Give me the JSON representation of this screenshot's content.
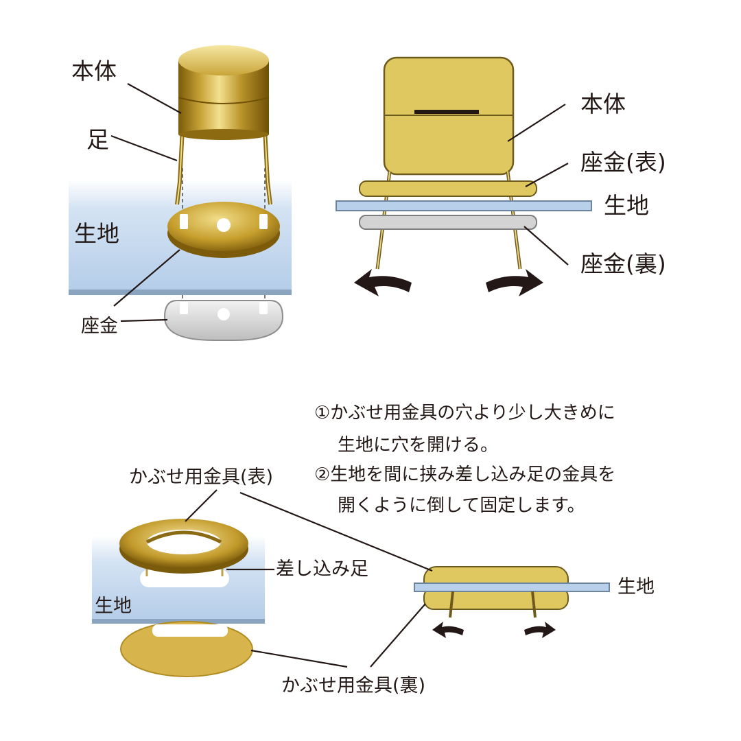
{
  "fig1": {
    "body": "本体",
    "leg": "足",
    "fabric": "生地",
    "washer": "座金"
  },
  "fig2": {
    "body": "本体",
    "washer_front": "座金(表)",
    "fabric": "生地",
    "washer_back": "座金(裏)"
  },
  "fig3": {
    "cap_front": "かぶせ用金具(表)",
    "prong": "差し込み足",
    "fabric": "生地",
    "cap_back": "かぶせ用金具(裏)"
  },
  "fig4": {
    "fabric": "生地"
  },
  "instructions": {
    "line1": "①かぶせ用金具の穴より少し大きめに",
    "line2": "生地に穴を開ける。",
    "line3": "②生地を間に挟み差し込み足の金具を",
    "line4": "開くように倒して固定します。"
  },
  "colors": {
    "gold": "#d9c263",
    "gold_dark": "#8a6a10",
    "fabric_blue": "#b8d0ea",
    "fabric_edge": "#7f97b3",
    "silver": "#d6d6d6",
    "ink": "#231815"
  }
}
